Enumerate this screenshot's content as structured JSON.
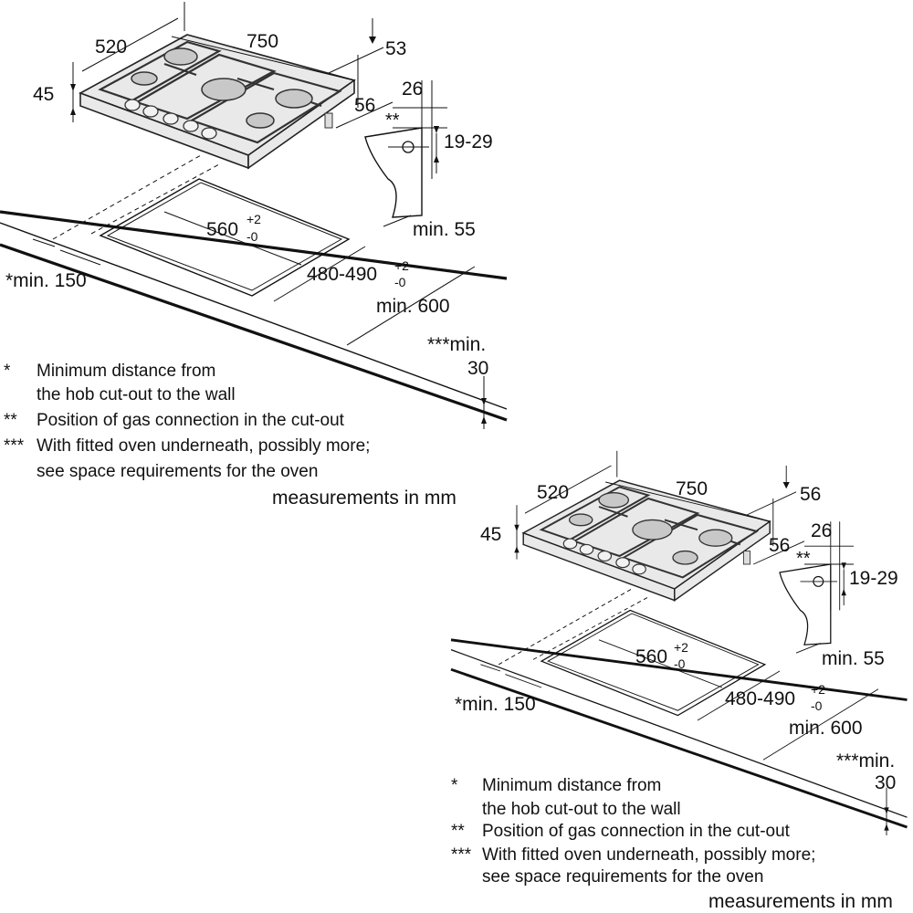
{
  "diagrams": [
    {
      "dim_width": "750",
      "dim_depth": "520",
      "dim_height": "45",
      "dim_right_top": "53",
      "dim_right_side": "56",
      "dim_conn_width": "26",
      "dim_conn_height": "19-29",
      "conn_mark": "**",
      "dim_min_55": "min. 55",
      "dim_cutout_w": "560",
      "dim_cutout_w_tol_plus": "+2",
      "dim_cutout_w_tol_minus": "-0",
      "dim_cutout_d": "480-490",
      "dim_cutout_d_tol_plus": "+2",
      "dim_cutout_d_tol_minus": "-0",
      "dim_min_150": "*min. 150",
      "dim_min_600": "min. 600",
      "dim_min_30_a": "***min.",
      "dim_min_30_b": "30",
      "notes": [
        {
          "mark": "*",
          "lines": [
            "Minimum distance from",
            "the hob cut-out to the wall"
          ]
        },
        {
          "mark": "**",
          "lines": [
            "Position of gas connection in the cut-out"
          ]
        },
        {
          "mark": "***",
          "lines": [
            "With fitted oven underneath, possibly more;",
            "see space requirements for the oven"
          ]
        }
      ],
      "unit_label": "measurements in mm"
    },
    {
      "dim_width": "750",
      "dim_depth": "520",
      "dim_height": "45",
      "dim_right_top": "56",
      "dim_right_side": "56",
      "dim_conn_width": "26",
      "dim_conn_height": "19-29",
      "conn_mark": "**",
      "dim_min_55": "min. 55",
      "dim_cutout_w": "560",
      "dim_cutout_w_tol_plus": "+2",
      "dim_cutout_w_tol_minus": "-0",
      "dim_cutout_d": "480-490",
      "dim_cutout_d_tol_plus": "+2",
      "dim_cutout_d_tol_minus": "-0",
      "dim_min_150": "*min. 150",
      "dim_min_600": "min. 600",
      "dim_min_30_a": "***min.",
      "dim_min_30_b": "30",
      "notes": [
        {
          "mark": "*",
          "lines": [
            "Minimum distance from",
            "the hob cut-out to the wall"
          ]
        },
        {
          "mark": "**",
          "lines": [
            "Position of gas connection in the cut-out"
          ]
        },
        {
          "mark": "***",
          "lines": [
            "With fitted oven underneath, possibly more;",
            "see space requirements for the oven"
          ]
        }
      ],
      "unit_label": "measurements in mm"
    }
  ]
}
